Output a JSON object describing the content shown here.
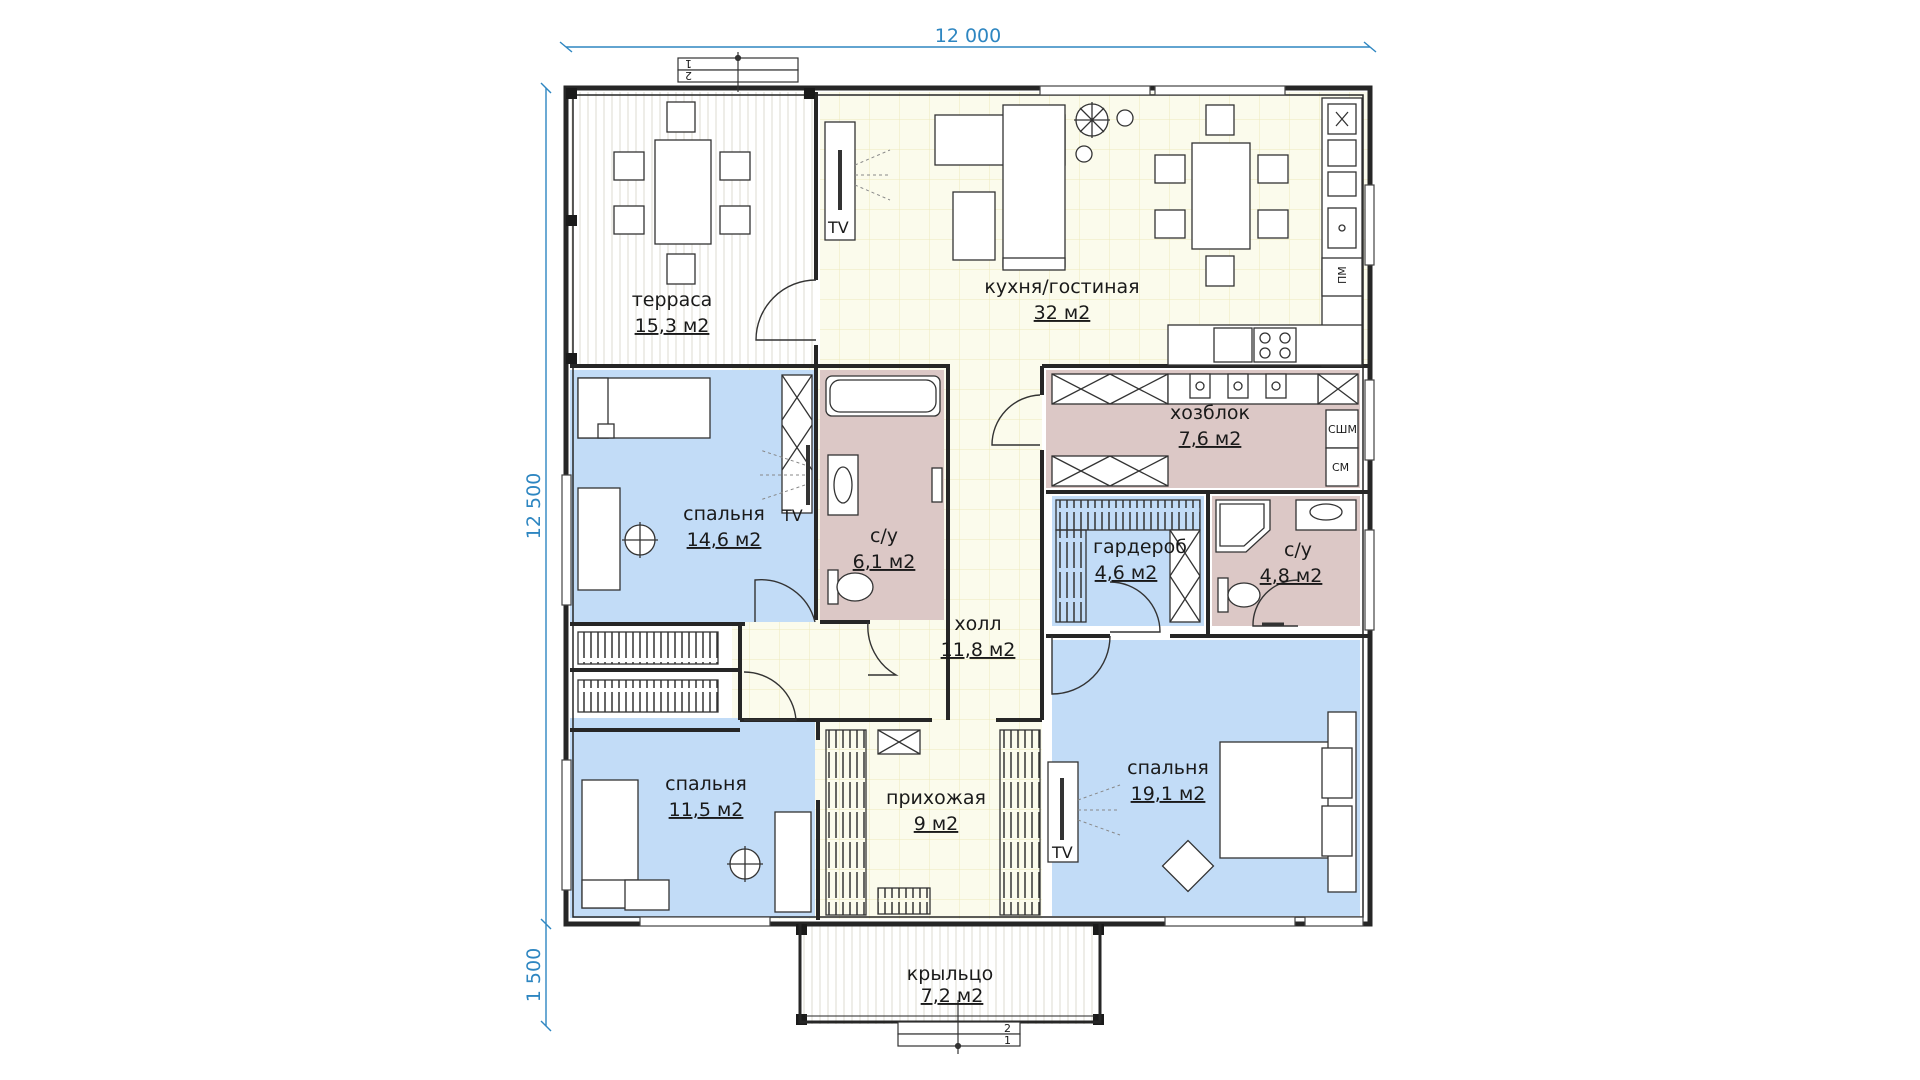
{
  "dimensions": {
    "width": "12 000",
    "height": "12 500",
    "porch_depth": "1 500"
  },
  "rooms": {
    "terrace": {
      "name": "терраса",
      "area": "15,3 м2"
    },
    "kitchen": {
      "name": "кухня/гостиная",
      "area": "32 м2"
    },
    "bedroom1": {
      "name": "спальня",
      "area": "14,6 м2"
    },
    "bath1": {
      "name": "с/у",
      "area": "6,1 м2"
    },
    "utility": {
      "name": "хозблок",
      "area": "7,6 м2"
    },
    "wardrobe": {
      "name": "гардероб",
      "area": "4,6 м2"
    },
    "bath2": {
      "name": "с/у",
      "area": "4,8 м2"
    },
    "hall": {
      "name": "холл",
      "area": "11,8 м2"
    },
    "bedroom2": {
      "name": "спальня",
      "area": "11,5 м2"
    },
    "entrance": {
      "name": "прихожая",
      "area": "9 м2"
    },
    "bedroom3": {
      "name": "спальня",
      "area": "19,1 м2"
    },
    "porch": {
      "name": "крыльцо",
      "area": "7,2 м2"
    }
  },
  "labels": {
    "tv": "TV",
    "dishwasher": "ПМ",
    "dryer": "СШМ",
    "washer": "СМ",
    "step1": "1",
    "step2": "2"
  },
  "colors": {
    "wall": "#262626",
    "dimension": "#2e86c1",
    "bedroom": "#c2dcf7",
    "wet_room": "#dcc8c6",
    "living_floor": "#fbfbec",
    "floor_grid": "#ece9bb",
    "terrace_deck": "#e3e1d6"
  }
}
